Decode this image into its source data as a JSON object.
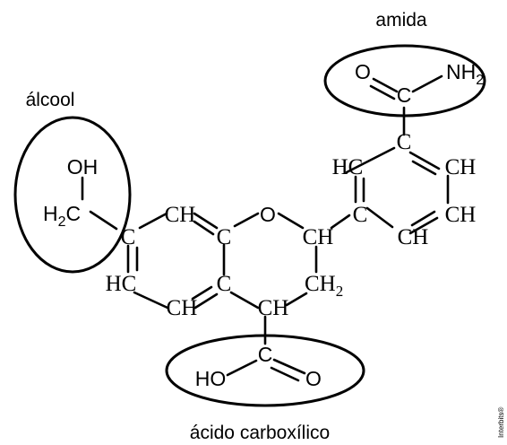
{
  "labels": {
    "alcohol": "álcool",
    "amide": "amida",
    "carboxylic": "ácido carboxílico",
    "watermark": "Interbits®"
  },
  "atoms": {
    "oh_upper": "OH",
    "h2c": "H2C",
    "c_alpha": "C",
    "ch_top": "CH",
    "c_ring_top": "C",
    "o_ring": "O",
    "ch_right": "CH",
    "hc_left": "HC",
    "c_fused_bottom": "C",
    "ch_bottom": "CH",
    "ch2_ring": "CH2",
    "ch_acid": "CH",
    "c_acid": "C",
    "ho": "HO",
    "o_acid": "O",
    "o_amide": "O",
    "c_amide": "C",
    "nh2": "NH2",
    "c_ph_top": "C",
    "hc_ph": "HC",
    "ch_ph_r1": "CH",
    "c_ph_left": "C",
    "ch_ph_r2": "CH",
    "ch_ph_bottom": "CH"
  }
}
